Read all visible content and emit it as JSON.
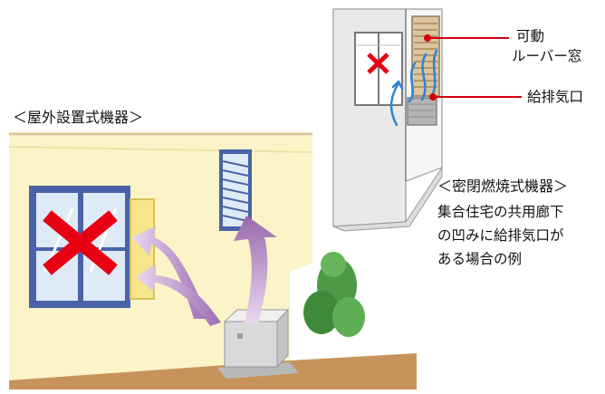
{
  "outdoor": {
    "title": "＜屋外設置式機器＞"
  },
  "indoor": {
    "title": "＜密閉燃焼式機器＞",
    "caption": [
      "集合住宅の共用廊下",
      "の凹みに給排気口が",
      "ある場合の例"
    ],
    "louver_label_line1": "可動",
    "louver_label_line2": "ルーバー窓",
    "vent_label": "給排気口"
  },
  "colors": {
    "wall": "#fbf4c8",
    "window_frame": "#4a63a8",
    "glass": "#dfeaf7",
    "cross": "#e60012",
    "airflow": "#a87bb5",
    "ground": "#c8935a",
    "shrub": "#4e9a47",
    "leader": "#d3000f"
  },
  "icons": {
    "cross": "prohibited-x-icon"
  }
}
